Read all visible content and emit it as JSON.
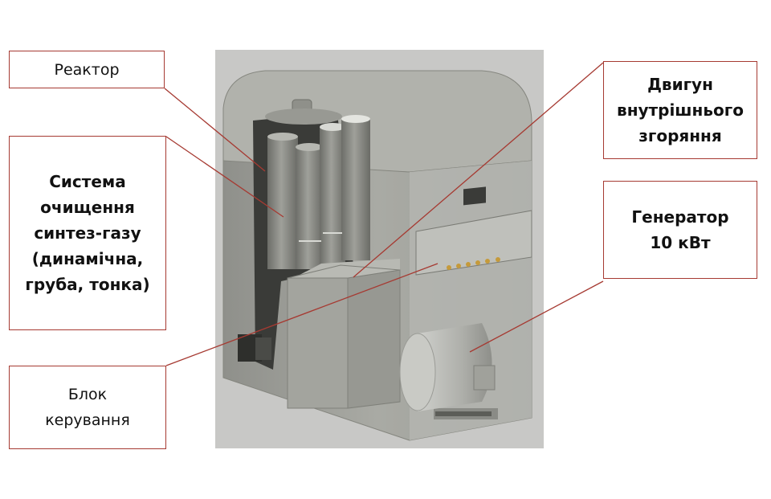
{
  "labels": {
    "reactor": "Реактор",
    "purification": "Система\nочищення\nсинтез-газу\n(динамічна,\nгруба, тонка)",
    "control": "Блок\nкерування",
    "engine": "Двигун\nвнутрішнього\nзгоряння",
    "generator": "Генератор\n10 кВт"
  },
  "colors": {
    "callout_line": "#a63a32",
    "background_panel": "#c8c8c6",
    "housing": "#a9aaa4",
    "module": "#9a9b96",
    "dark_interior": "#3a3b38"
  }
}
